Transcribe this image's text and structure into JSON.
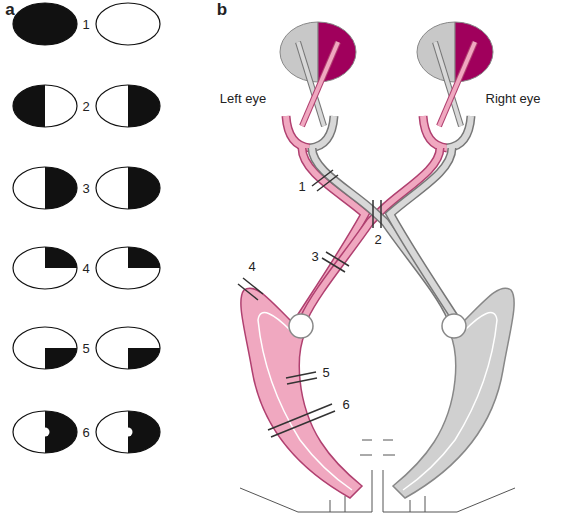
{
  "diagram": {
    "labels": [
      "a",
      "1",
      "2",
      "3",
      "4",
      "5",
      "6",
      "b",
      "Left eye",
      "Right eye",
      "1",
      "2",
      "3",
      "4",
      "5",
      "6"
    ]
  }
}
